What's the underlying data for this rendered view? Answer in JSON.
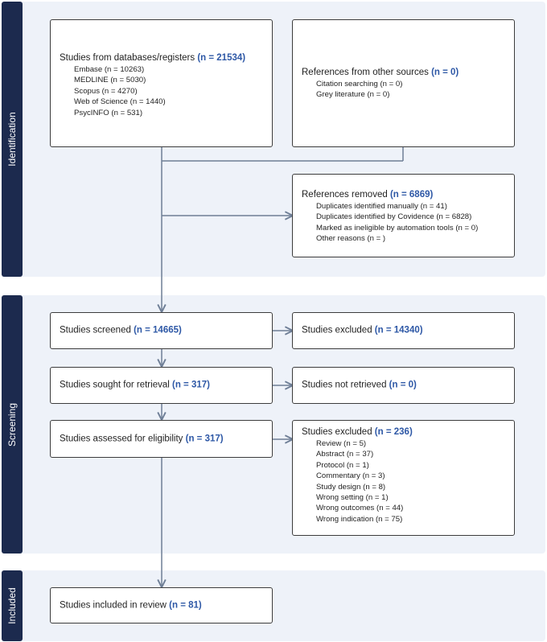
{
  "colors": {
    "band_bg": "#eef2f9",
    "tab_bg": "#1c2a4e",
    "count_blue": "#2e58a6",
    "arrow": "#6e7e96"
  },
  "sections": {
    "identification": "Identification",
    "screening": "Screening",
    "included": "Included"
  },
  "databases": {
    "title": "Studies from databases/registers ",
    "count": "(n = 21534)",
    "items": [
      "Embase (n = 10263)",
      "MEDLINE (n = 5030)",
      "Scopus (n = 4270)",
      "Web of Science (n = 1440)",
      "PsycINFO (n = 531)"
    ]
  },
  "other_sources": {
    "title": "References from other sources ",
    "count": "(n = 0)",
    "items": [
      "Citation searching (n = 0)",
      "Grey literature (n = 0)"
    ]
  },
  "removed": {
    "title": "References removed ",
    "count": "(n = 6869)",
    "items": [
      "Duplicates identified manually (n = 41)",
      "Duplicates identified by Covidence (n = 6828)",
      "Marked as ineligible by automation tools (n = 0)",
      "Other reasons (n = )"
    ]
  },
  "screened": {
    "title": "Studies screened ",
    "count": "(n = 14665)"
  },
  "excluded_screen": {
    "title": "Studies excluded ",
    "count": "(n = 14340)"
  },
  "retrieval": {
    "title": "Studies sought for retrieval ",
    "count": "(n = 317)"
  },
  "not_retrieved": {
    "title": "Studies not retrieved ",
    "count": "(n = 0)"
  },
  "eligibility": {
    "title": "Studies assessed for eligibility ",
    "count": "(n = 317)"
  },
  "excluded_full": {
    "title": "Studies excluded ",
    "count": "(n = 236)",
    "items": [
      "Review (n = 5)",
      "Abstract (n = 37)",
      "Protocol (n = 1)",
      "Commentary (n = 3)",
      "Study design (n = 8)",
      "Wrong setting (n = 1)",
      "Wrong outcomes (n = 44)",
      "Wrong indication (n = 75)"
    ]
  },
  "included": {
    "title": "Studies included in review ",
    "count": "(n = 81)"
  }
}
